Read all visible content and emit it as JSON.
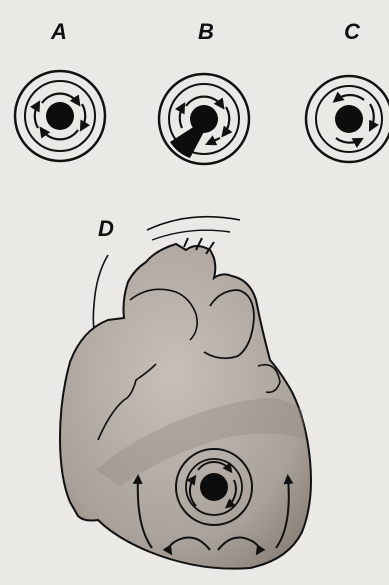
{
  "labels": {
    "a": "A",
    "b": "B",
    "c": "C",
    "d": "D"
  },
  "colors": {
    "background": "#ebe9e6",
    "ink": "#111111",
    "heart_fill": "#b3aca5",
    "heart_shadow": "#7e756d"
  }
}
